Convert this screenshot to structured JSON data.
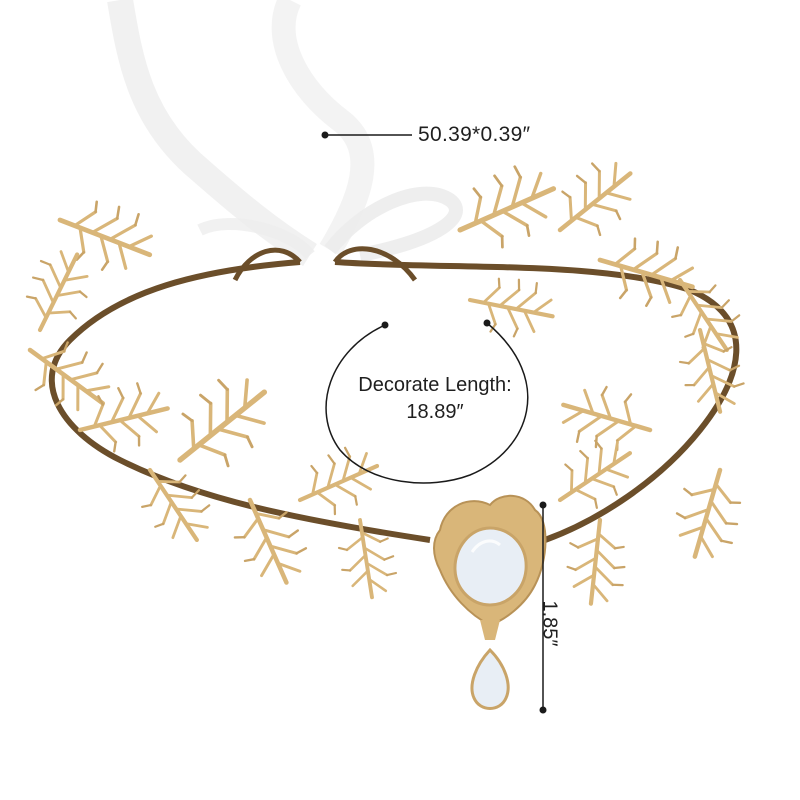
{
  "image": {
    "subject": "headpiece",
    "background": "#ffffff",
    "colors": {
      "gold": "#d9b679",
      "gold_dark": "#b89257",
      "wire_brown": "#6b4e2a",
      "ribbon": "#f4f4f4",
      "opal": "#e8eef5",
      "line": "#1a1a1a"
    }
  },
  "dimensions": {
    "ribbon": "50.39*0.39″",
    "decorate_length_label": "Decorate Length:",
    "decorate_length_value": "18.89″",
    "pendant_height": "1.85″"
  }
}
